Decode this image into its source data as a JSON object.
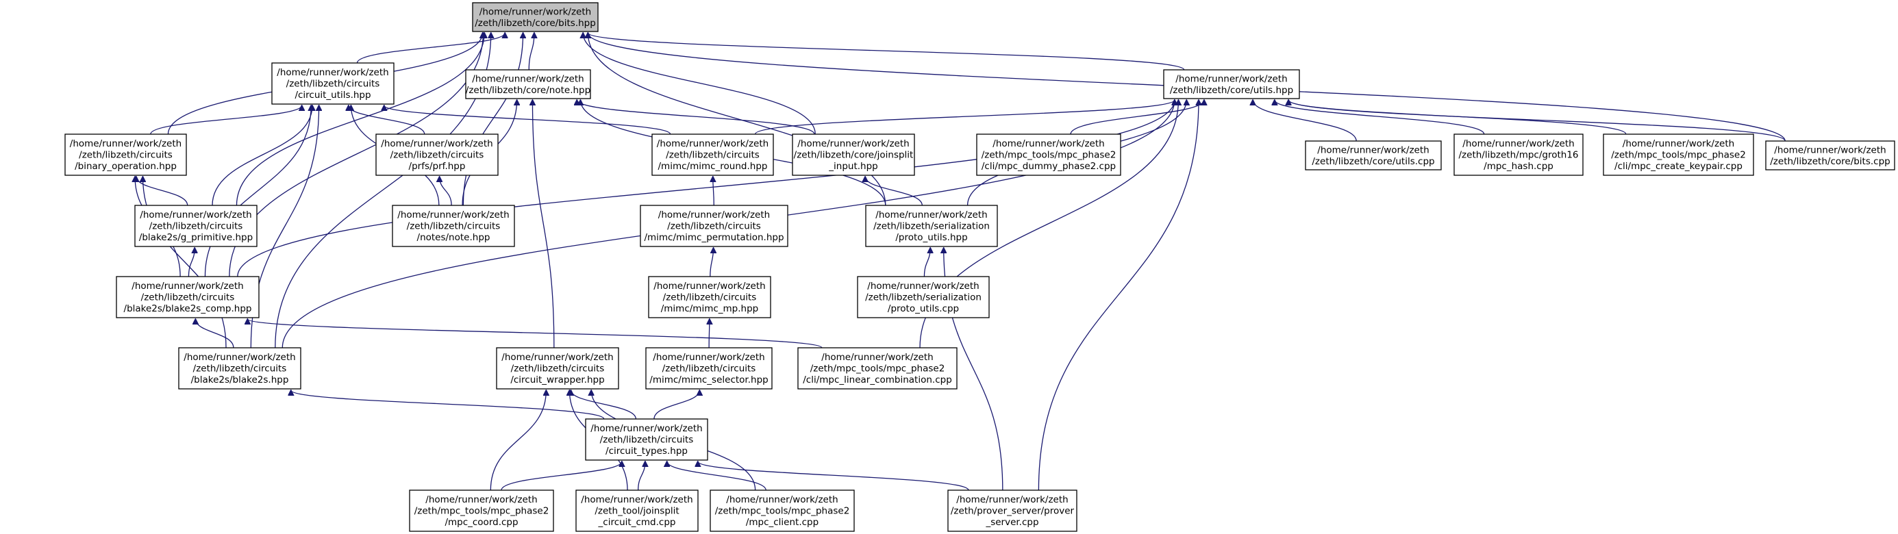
{
  "graph": {
    "arrow_color": "#191970",
    "root_fill": "#bfbfbf",
    "nodes": {
      "bits_hpp": [
        "/home/runner/work/zeth",
        "/zeth/libzeth/core/bits.hpp"
      ],
      "circuit_utils_hpp": [
        "/home/runner/work/zeth",
        "/zeth/libzeth/circuits",
        "/circuit_utils.hpp"
      ],
      "note_hpp": [
        "/home/runner/work/zeth",
        "/zeth/libzeth/core/note.hpp"
      ],
      "utils_hpp": [
        "/home/runner/work/zeth",
        "/zeth/libzeth/core/utils.hpp"
      ],
      "binary_operation_hpp": [
        "/home/runner/work/zeth",
        "/zeth/libzeth/circuits",
        "/binary_operation.hpp"
      ],
      "prf_hpp": [
        "/home/runner/work/zeth",
        "/zeth/libzeth/circuits",
        "/prfs/prf.hpp"
      ],
      "mimc_round_hpp": [
        "/home/runner/work/zeth",
        "/zeth/libzeth/circuits",
        "/mimc/mimc_round.hpp"
      ],
      "joinsplit_input_hpp": [
        "/home/runner/work/zeth",
        "/zeth/libzeth/core/joinsplit",
        "_input.hpp"
      ],
      "mpc_dummy_phase2_cpp": [
        "/home/runner/work/zeth",
        "/zeth/mpc_tools/mpc_phase2",
        "/cli/mpc_dummy_phase2.cpp"
      ],
      "utils_cpp": [
        "/home/runner/work/zeth",
        "/zeth/libzeth/core/utils.cpp"
      ],
      "mpc_hash_cpp": [
        "/home/runner/work/zeth",
        "/zeth/libzeth/mpc/groth16",
        "/mpc_hash.cpp"
      ],
      "mpc_create_keypair_cpp": [
        "/home/runner/work/zeth",
        "/zeth/mpc_tools/mpc_phase2",
        "/cli/mpc_create_keypair.cpp"
      ],
      "bits_cpp": [
        "/home/runner/work/zeth",
        "/zeth/libzeth/core/bits.cpp"
      ],
      "g_primitive_hpp": [
        "/home/runner/work/zeth",
        "/zeth/libzeth/circuits",
        "/blake2s/g_primitive.hpp"
      ],
      "note_circuit_hpp": [
        "/home/runner/work/zeth",
        "/zeth/libzeth/circuits",
        "/notes/note.hpp"
      ],
      "mimc_permutation_hpp": [
        "/home/runner/work/zeth",
        "/zeth/libzeth/circuits",
        "/mimc/mimc_permutation.hpp"
      ],
      "proto_utils_hpp": [
        "/home/runner/work/zeth",
        "/zeth/libzeth/serialization",
        "/proto_utils.hpp"
      ],
      "blake2s_comp_hpp": [
        "/home/runner/work/zeth",
        "/zeth/libzeth/circuits",
        "/blake2s/blake2s_comp.hpp"
      ],
      "mimc_mp_hpp": [
        "/home/runner/work/zeth",
        "/zeth/libzeth/circuits",
        "/mimc/mimc_mp.hpp"
      ],
      "proto_utils_cpp": [
        "/home/runner/work/zeth",
        "/zeth/libzeth/serialization",
        "/proto_utils.cpp"
      ],
      "blake2s_hpp": [
        "/home/runner/work/zeth",
        "/zeth/libzeth/circuits",
        "/blake2s/blake2s.hpp"
      ],
      "circuit_wrapper_hpp": [
        "/home/runner/work/zeth",
        "/zeth/libzeth/circuits",
        "/circuit_wrapper.hpp"
      ],
      "mimc_selector_hpp": [
        "/home/runner/work/zeth",
        "/zeth/libzeth/circuits",
        "/mimc/mimc_selector.hpp"
      ],
      "mpc_linear_combination_cpp": [
        "/home/runner/work/zeth",
        "/zeth/mpc_tools/mpc_phase2",
        "/cli/mpc_linear_combination.cpp"
      ],
      "circuit_types_hpp": [
        "/home/runner/work/zeth",
        "/zeth/libzeth/circuits",
        "/circuit_types.hpp"
      ],
      "mpc_coord_cpp": [
        "/home/runner/work/zeth",
        "/zeth/mpc_tools/mpc_phase2",
        "/mpc_coord.cpp"
      ],
      "joinsplit_circuit_cmd_cpp": [
        "/home/runner/work/zeth",
        "/zeth_tool/joinsplit",
        "_circuit_cmd.cpp"
      ],
      "mpc_client_cpp": [
        "/home/runner/work/zeth",
        "/zeth/mpc_tools/mpc_phase2",
        "/mpc_client.cpp"
      ],
      "prover_server_cpp": [
        "/home/runner/work/zeth",
        "/zeth/prover_server/prover",
        "_server.cpp"
      ]
    },
    "edges": [
      [
        "circuit_utils_hpp",
        "bits_hpp"
      ],
      [
        "note_hpp",
        "bits_hpp"
      ],
      [
        "utils_hpp",
        "bits_hpp"
      ],
      [
        "binary_operation_hpp",
        "bits_hpp"
      ],
      [
        "joinsplit_input_hpp",
        "bits_hpp"
      ],
      [
        "bits_cpp",
        "bits_hpp"
      ],
      [
        "g_primitive_hpp",
        "bits_hpp"
      ],
      [
        "note_circuit_hpp",
        "bits_hpp"
      ],
      [
        "proto_utils_hpp",
        "bits_hpp"
      ],
      [
        "blake2s_comp_hpp",
        "bits_hpp"
      ],
      [
        "blake2s_hpp",
        "bits_hpp"
      ],
      [
        "binary_operation_hpp",
        "circuit_utils_hpp"
      ],
      [
        "prf_hpp",
        "circuit_utils_hpp"
      ],
      [
        "mimc_round_hpp",
        "circuit_utils_hpp"
      ],
      [
        "g_primitive_hpp",
        "circuit_utils_hpp"
      ],
      [
        "note_circuit_hpp",
        "circuit_utils_hpp"
      ],
      [
        "blake2s_comp_hpp",
        "circuit_utils_hpp"
      ],
      [
        "blake2s_hpp",
        "circuit_utils_hpp"
      ],
      [
        "joinsplit_input_hpp",
        "note_hpp"
      ],
      [
        "note_circuit_hpp",
        "note_hpp"
      ],
      [
        "proto_utils_hpp",
        "note_hpp"
      ],
      [
        "circuit_wrapper_hpp",
        "note_hpp"
      ],
      [
        "mimc_round_hpp",
        "utils_hpp"
      ],
      [
        "mpc_dummy_phase2_cpp",
        "utils_hpp"
      ],
      [
        "utils_cpp",
        "utils_hpp"
      ],
      [
        "mpc_hash_cpp",
        "utils_hpp"
      ],
      [
        "mpc_create_keypair_cpp",
        "utils_hpp"
      ],
      [
        "bits_cpp",
        "utils_hpp"
      ],
      [
        "proto_utils_hpp",
        "utils_hpp"
      ],
      [
        "blake2s_comp_hpp",
        "utils_hpp"
      ],
      [
        "blake2s_hpp",
        "utils_hpp"
      ],
      [
        "mpc_linear_combination_cpp",
        "utils_hpp"
      ],
      [
        "prover_server_cpp",
        "utils_hpp"
      ],
      [
        "g_primitive_hpp",
        "binary_operation_hpp"
      ],
      [
        "blake2s_comp_hpp",
        "binary_operation_hpp"
      ],
      [
        "blake2s_hpp",
        "binary_operation_hpp"
      ],
      [
        "note_circuit_hpp",
        "prf_hpp"
      ],
      [
        "mimc_permutation_hpp",
        "mimc_round_hpp"
      ],
      [
        "proto_utils_hpp",
        "joinsplit_input_hpp"
      ],
      [
        "blake2s_comp_hpp",
        "g_primitive_hpp"
      ],
      [
        "mimc_mp_hpp",
        "mimc_permutation_hpp"
      ],
      [
        "proto_utils_cpp",
        "proto_utils_hpp"
      ],
      [
        "prover_server_cpp",
        "proto_utils_hpp"
      ],
      [
        "blake2s_hpp",
        "blake2s_comp_hpp"
      ],
      [
        "mpc_linear_combination_cpp",
        "blake2s_comp_hpp"
      ],
      [
        "mimc_selector_hpp",
        "mimc_mp_hpp"
      ],
      [
        "circuit_types_hpp",
        "blake2s_hpp"
      ],
      [
        "circuit_types_hpp",
        "circuit_wrapper_hpp"
      ],
      [
        "mpc_coord_cpp",
        "circuit_wrapper_hpp"
      ],
      [
        "joinsplit_circuit_cmd_cpp",
        "circuit_wrapper_hpp"
      ],
      [
        "mpc_client_cpp",
        "circuit_wrapper_hpp"
      ],
      [
        "circuit_types_hpp",
        "mimc_selector_hpp"
      ],
      [
        "mpc_coord_cpp",
        "circuit_types_hpp"
      ],
      [
        "joinsplit_circuit_cmd_cpp",
        "circuit_types_hpp"
      ],
      [
        "mpc_client_cpp",
        "circuit_types_hpp"
      ],
      [
        "prover_server_cpp",
        "circuit_types_hpp"
      ]
    ]
  }
}
